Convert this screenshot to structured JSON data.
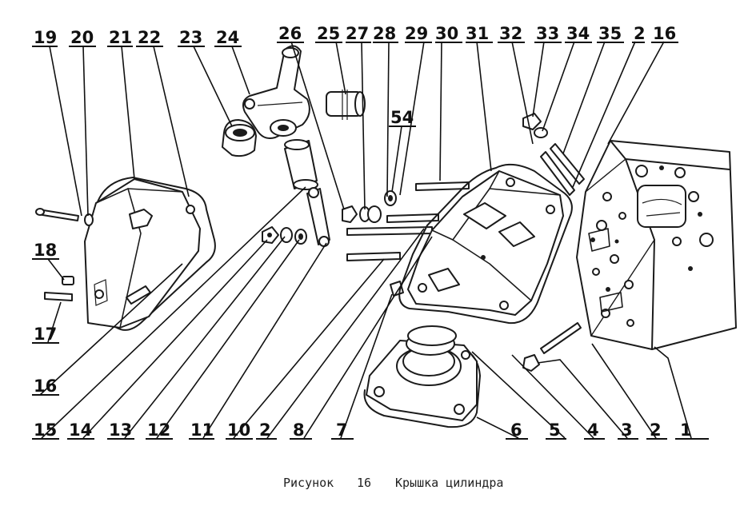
{
  "figure": {
    "caption_prefix": "Рисунок",
    "figure_number": "16",
    "caption_title": "Крышка цилиндра"
  },
  "callouts": [
    {
      "id": "c1",
      "label": "1"
    },
    {
      "id": "c2a",
      "label": "2"
    },
    {
      "id": "c3",
      "label": "3"
    },
    {
      "id": "c4",
      "label": "4"
    },
    {
      "id": "c5",
      "label": "5"
    },
    {
      "id": "c6",
      "label": "6"
    },
    {
      "id": "c7",
      "label": "7"
    },
    {
      "id": "c8",
      "label": "8"
    },
    {
      "id": "c2b",
      "label": "2"
    },
    {
      "id": "c10",
      "label": "10"
    },
    {
      "id": "c11",
      "label": "11"
    },
    {
      "id": "c12",
      "label": "12"
    },
    {
      "id": "c13",
      "label": "13"
    },
    {
      "id": "c14",
      "label": "14"
    },
    {
      "id": "c15",
      "label": "15"
    },
    {
      "id": "c16a",
      "label": "16"
    },
    {
      "id": "c17",
      "label": "17"
    },
    {
      "id": "c18",
      "label": "18"
    },
    {
      "id": "c19",
      "label": "19"
    },
    {
      "id": "c20",
      "label": "20"
    },
    {
      "id": "c21",
      "label": "21"
    },
    {
      "id": "c22",
      "label": "22"
    },
    {
      "id": "c23",
      "label": "23"
    },
    {
      "id": "c24",
      "label": "24"
    },
    {
      "id": "c25",
      "label": "25"
    },
    {
      "id": "c26",
      "label": "26"
    },
    {
      "id": "c27",
      "label": "27"
    },
    {
      "id": "c28",
      "label": "28"
    },
    {
      "id": "c29",
      "label": "29"
    },
    {
      "id": "c30",
      "label": "30"
    },
    {
      "id": "c31",
      "label": "31"
    },
    {
      "id": "c32",
      "label": "32"
    },
    {
      "id": "c33",
      "label": "33"
    },
    {
      "id": "c34",
      "label": "34"
    },
    {
      "id": "c35",
      "label": "35"
    },
    {
      "id": "c2c",
      "label": "2"
    },
    {
      "id": "c16b",
      "label": "16"
    },
    {
      "id": "c54",
      "label": "54"
    }
  ]
}
